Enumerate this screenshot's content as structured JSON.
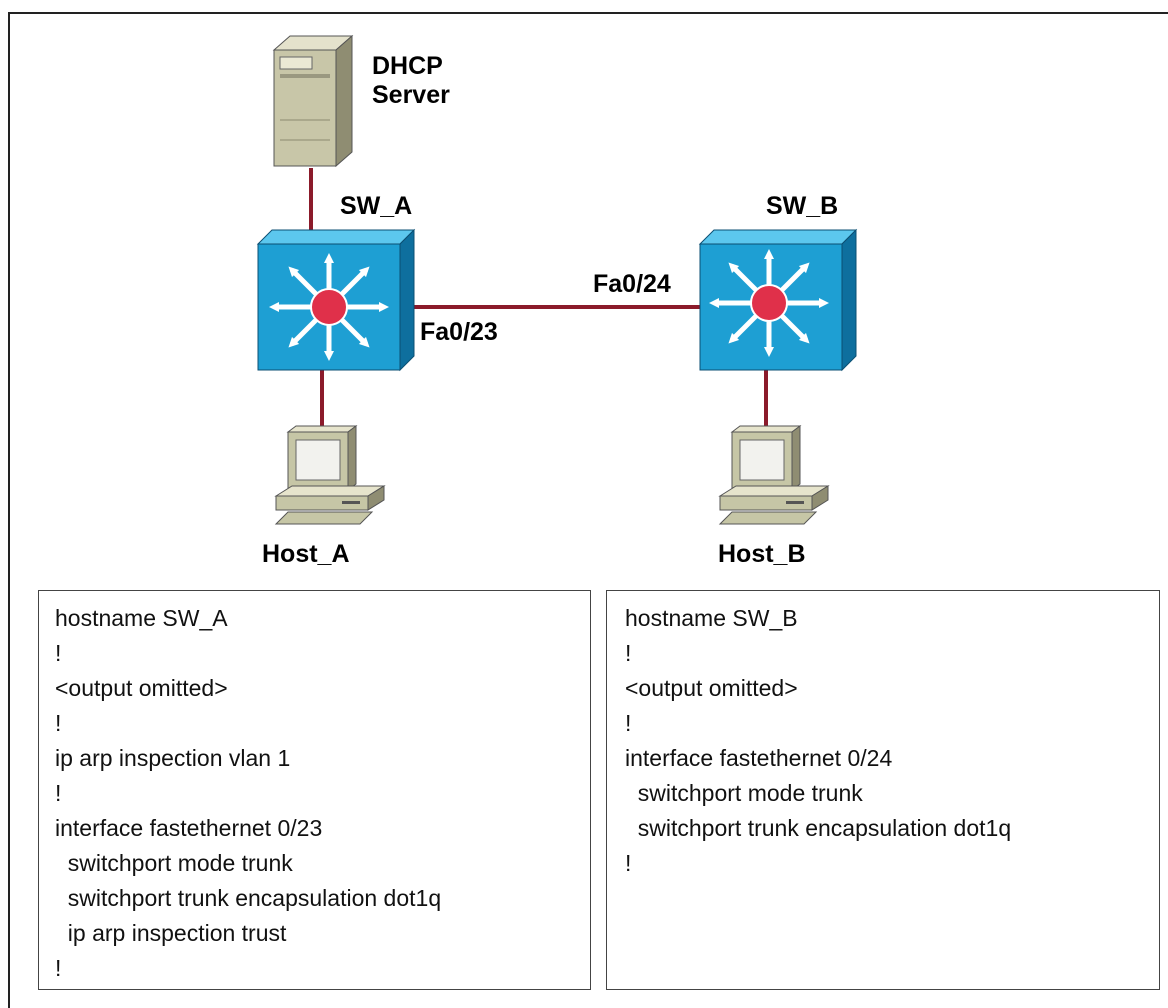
{
  "diagram": {
    "nodes": {
      "dhcp_server": {
        "label_line1": "DHCP",
        "label_line2": "Server"
      },
      "sw_a": {
        "label": "SW_A"
      },
      "sw_b": {
        "label": "SW_B"
      },
      "host_a": {
        "label": "Host_A"
      },
      "host_b": {
        "label": "Host_B"
      }
    },
    "ports": {
      "sw_a_port": "Fa0/23",
      "sw_b_port": "Fa0/24"
    },
    "colors": {
      "link": "#8b1a2a",
      "switch_front": "#1e9fd3",
      "switch_top": "#5cc7ee",
      "switch_side": "#0e6f9e",
      "switch_center": "#e0304a",
      "server_body": "#c8c6a8",
      "host_body": "#c6c6a6"
    }
  },
  "configs": {
    "sw_a": [
      "hostname SW_A",
      "!",
      "<output omitted>",
      "!",
      "ip arp inspection vlan 1",
      "!",
      "interface fastethernet 0/23",
      "  switchport mode trunk",
      "  switchport trunk encapsulation dot1q",
      "  ip arp inspection trust",
      "!"
    ],
    "sw_b": [
      "hostname SW_B",
      "!",
      "<output omitted>",
      "!",
      "interface fastethernet 0/24",
      "  switchport mode trunk",
      "  switchport trunk encapsulation dot1q",
      "!"
    ]
  }
}
